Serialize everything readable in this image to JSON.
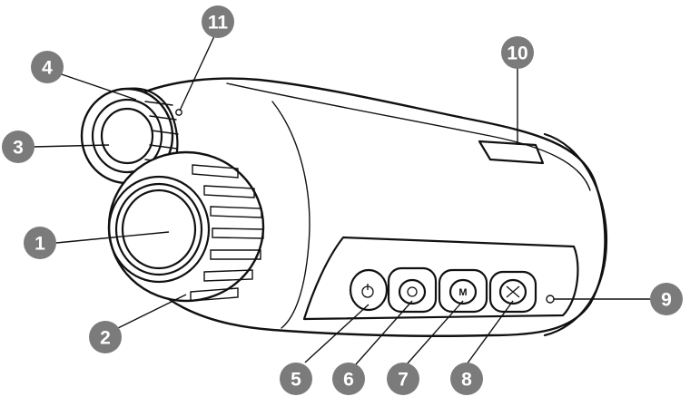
{
  "diagram": {
    "callouts": [
      {
        "id": "1",
        "label": "1"
      },
      {
        "id": "2",
        "label": "2"
      },
      {
        "id": "3",
        "label": "3"
      },
      {
        "id": "4",
        "label": "4"
      },
      {
        "id": "5",
        "label": "5"
      },
      {
        "id": "6",
        "label": "6"
      },
      {
        "id": "7",
        "label": "7"
      },
      {
        "id": "8",
        "label": "8"
      },
      {
        "id": "9",
        "label": "9"
      },
      {
        "id": "10",
        "label": "10"
      },
      {
        "id": "11",
        "label": "11"
      }
    ],
    "buttons": [
      {
        "name": "power-button-icon"
      },
      {
        "name": "camera-button-icon"
      },
      {
        "name": "m-button",
        "glyph": "M"
      },
      {
        "name": "zoom-button-icon"
      }
    ],
    "badge_color": "#7b7b7b"
  }
}
